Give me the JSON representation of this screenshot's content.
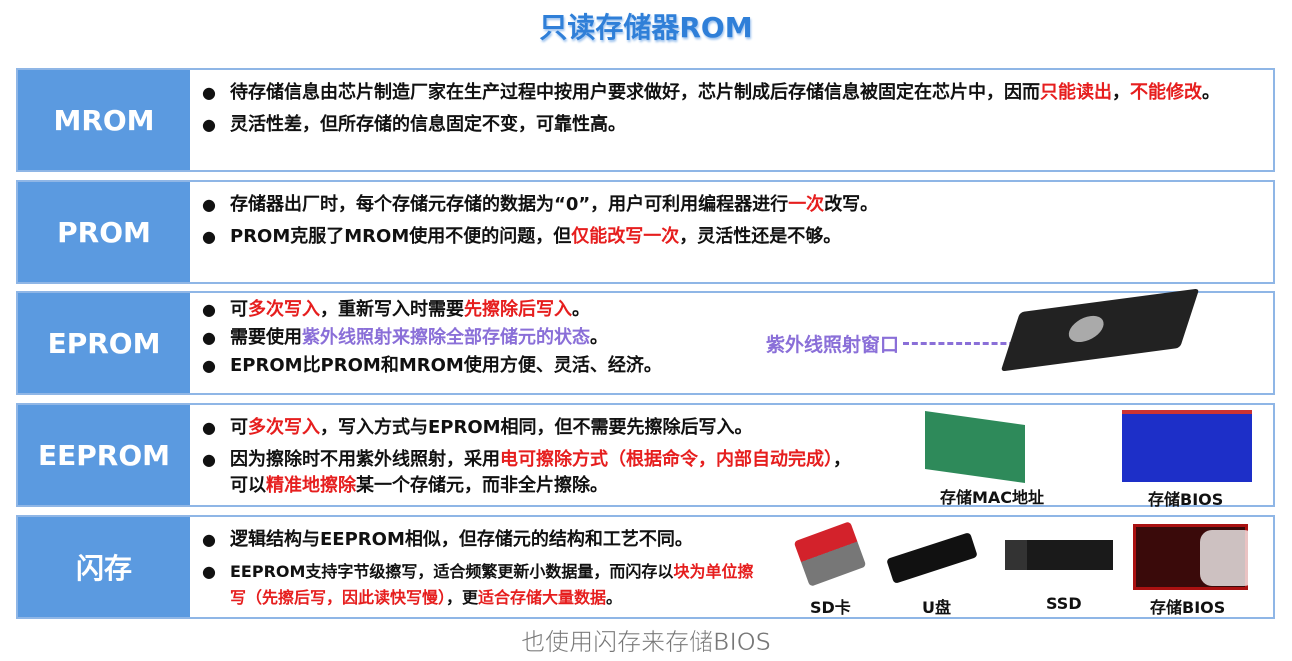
{
  "title": "只读存储器ROM",
  "colors": {
    "red": "#e61e1e",
    "purple": "#8a6fd8",
    "label_bg": "#5b9ae0"
  },
  "rows": [
    {
      "label": "MROM",
      "bullets": [
        [
          {
            "t": "待存储信息由芯片制造厂家在生产过程中按用户要求做好，芯片制成后存储信息被固定在芯片中，因而"
          },
          {
            "t": "只能读出",
            "c": "red"
          },
          {
            "t": "，"
          },
          {
            "t": "不能修改",
            "c": "red"
          },
          {
            "t": "。"
          }
        ],
        [
          {
            "t": "灵活性差，但所存储的信息固定不变，可靠性高。"
          }
        ]
      ]
    },
    {
      "label": "PROM",
      "bullets": [
        [
          {
            "t": "存储器出厂时，每个存储元存储的数据为“0”，用户可利用编程器进行"
          },
          {
            "t": "一次",
            "c": "red"
          },
          {
            "t": "改写。"
          }
        ],
        [
          {
            "t": "PROM克服了MROM使用不便的问题，但"
          },
          {
            "t": "仅能改写一次",
            "c": "red"
          },
          {
            "t": "，灵活性还是不够。"
          }
        ]
      ]
    },
    {
      "label": "EPROM",
      "bullets": [
        [
          {
            "t": "可"
          },
          {
            "t": "多次写入",
            "c": "red"
          },
          {
            "t": "，重新写入时需要"
          },
          {
            "t": "先擦除后写入",
            "c": "red"
          },
          {
            "t": "。"
          }
        ],
        [
          {
            "t": "需要使用"
          },
          {
            "t": "紫外线照射来擦除全部存储元的状态",
            "c": "purple"
          },
          {
            "t": "。"
          }
        ],
        [
          {
            "t": "EPROM比PROM和MROM使用方便、灵活、经济。"
          }
        ]
      ]
    },
    {
      "label": "EEPROM",
      "bullets": [
        [
          {
            "t": "可"
          },
          {
            "t": "多次写入",
            "c": "red"
          },
          {
            "t": "，写入方式与EPROM相同，但不需要先擦除后写入。"
          }
        ],
        [
          {
            "t": "因为擦除时不用紫外线照射，采用"
          },
          {
            "t": "电可擦除方式（根据命令，内部自动完成）",
            "c": "red"
          },
          {
            "t": "，可以"
          },
          {
            "t": "精准地擦除",
            "c": "red"
          },
          {
            "t": "某一个存储元，而非全片擦除。"
          }
        ]
      ]
    },
    {
      "label": "闪存",
      "bullets": [
        [
          {
            "t": "逻辑结构与EEPROM相似，但存储元的结构和工艺不同。"
          }
        ],
        [
          {
            "t": "EEPROM支持字节级擦写，适合频繁更新小数据量，而闪存以"
          },
          {
            "t": "块为单位擦写（先擦后写，因此读快写慢）",
            "c": "red"
          },
          {
            "t": "，更"
          },
          {
            "t": "适合存储大量数据",
            "c": "red"
          },
          {
            "t": "。"
          }
        ]
      ]
    }
  ],
  "eprom_window_label": "紫外线照射窗口",
  "pics": {
    "mac": "存储MAC地址",
    "bios1": "存储BIOS",
    "sd": "SD卡",
    "usb": "U盘",
    "ssd": "SSD",
    "bios2": "存储BIOS"
  },
  "caption": "也使用闪存来存储BIOS"
}
